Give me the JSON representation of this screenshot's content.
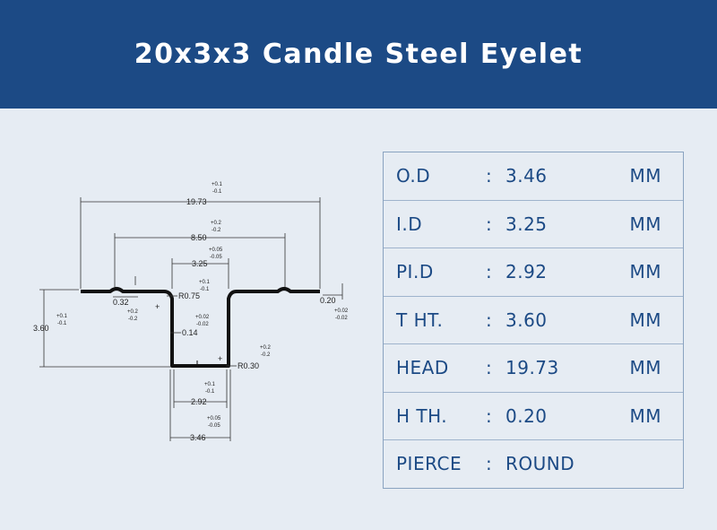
{
  "title": "20x3x3 Candle Steel Eyelet",
  "diagram": {
    "dims": {
      "head": "19.73",
      "head_tol_plus": "+0.1",
      "head_tol_minus": "-0.1",
      "flange": "8.50",
      "flange_tol_plus": "+0.2",
      "flange_tol_minus": "-0.2",
      "id": "3.25",
      "id_tol_plus": "+0.05",
      "id_tol_minus": "-0.05",
      "step": "0.32",
      "step_tol_plus": "+0.2",
      "step_tol_minus": "-0.2",
      "radius_top": "R0.75",
      "radius_top_tol_plus": "+0.1",
      "radius_top_tol_minus": "-0.1",
      "head_thickness": "0.20",
      "head_thickness_tol_plus": "+0.02",
      "head_thickness_tol_minus": "-0.02",
      "height": "3.60",
      "height_tol_plus": "+0.1",
      "height_tol_minus": "-0.1",
      "wall": "0.14",
      "wall_tol_plus": "+0.02",
      "wall_tol_minus": "-0.02",
      "radius_bottom": "R0.30",
      "radius_bottom_tol_plus": "+0.2",
      "radius_bottom_tol_minus": "-0.2",
      "pid": "2.92",
      "pid_tol_plus": "+0.1",
      "pid_tol_minus": "-0.1",
      "od": "3.46",
      "od_tol_plus": "+0.05",
      "od_tol_minus": "-0.05"
    }
  },
  "specs": [
    {
      "label": "O.D",
      "colon": ":",
      "value": "3.46",
      "unit": "MM"
    },
    {
      "label": "I.D",
      "colon": ":",
      "value": "3.25",
      "unit": "MM"
    },
    {
      "label": "PI.D",
      "colon": ":",
      "value": "2.92",
      "unit": "MM"
    },
    {
      "label": "T HT.",
      "colon": ":",
      "value": "3.60",
      "unit": "MM"
    },
    {
      "label": "HEAD",
      "colon": ":",
      "value": "19.73",
      "unit": "MM"
    },
    {
      "label": "H TH.",
      "colon": ":",
      "value": "0.20",
      "unit": "MM"
    },
    {
      "label": "PIERCE",
      "colon": ":",
      "value": "ROUND",
      "unit": ""
    }
  ],
  "colors": {
    "header_bg": "#1c4a85",
    "page_bg": "#e6ecf3",
    "text_accent": "#1c4a85"
  }
}
